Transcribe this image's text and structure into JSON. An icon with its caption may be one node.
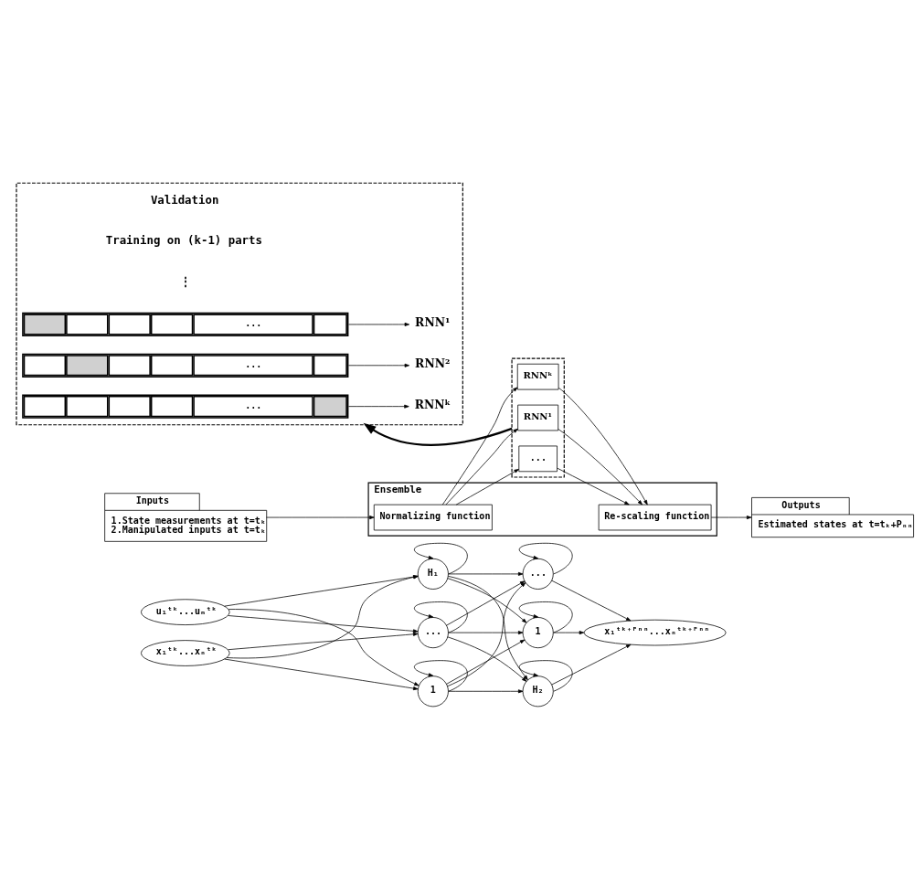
{
  "diagram": {
    "nodes": [
      {
        "text": [],
        "shape": "box"
      },
      {
        "text": [
          "..."
        ],
        "in": 0
      },
      {
        "text": [
          "RNN¹"
        ],
        "in": 0
      },
      {
        "text": [
          "..."
        ],
        "in": 0
      },
      {
        "text": [
          "RNN²"
        ],
        "in": 0
      },
      {
        "text": [
          "..."
        ],
        "in": 0
      },
      {
        "text": [
          "RNNᵏ"
        ],
        "in": 0
      },
      {
        "text": [
          "Inputs",
          "1.State measurements at t=tₖ",
          "2.Manipulated inputs at t=tₖ"
        ]
      },
      {
        "text": [
          "Ensemble"
        ]
      },
      {
        "text": [
          "Normalizing function"
        ],
        "in": 8
      },
      {
        "text": [],
        "shape": "box"
      },
      {
        "text": [
          "RNN¹"
        ],
        "in": 10
      },
      {
        "text": [
          "..."
        ],
        "in": 10
      },
      {
        "text": [
          "RNNᵏ"
        ],
        "in": 10
      },
      {
        "text": [
          "Re-scaling function"
        ],
        "in": 8
      },
      {
        "text": [
          "Outputs",
          "Estimated states at t=tₖ+Pₙₙ"
        ]
      },
      {
        "text": [
          "x₁ᵗᵏ...xₙᵗᵏ"
        ]
      },
      {
        "text": [
          "u₁ᵗᵏ...uₘᵗᵏ"
        ]
      },
      {
        "text": [
          "1"
        ]
      },
      {
        "text": [
          "..."
        ]
      },
      {
        "text": [
          "H₁"
        ]
      },
      {
        "text": [
          "1"
        ]
      },
      {
        "text": [
          "..."
        ]
      },
      {
        "text": [
          "H₂"
        ]
      },
      {
        "text": [
          "x₁ᵗᵏ⁺ᴾⁿⁿ...xₙᵗᵏ⁺ᴾⁿⁿ"
        ]
      }
    ],
    "edges": [
      {
        "from": 1,
        "to": 2,
        "arrow": "to"
      },
      {
        "from": 3,
        "to": 4,
        "arrow": "to"
      },
      {
        "from": 5,
        "to": 6,
        "arrow": "to"
      },
      {
        "from": 10,
        "to": 0,
        "arrow": "to",
        "style": "thick"
      },
      {
        "from": 7,
        "to": 9,
        "arrow": "to"
      },
      {
        "from": 9,
        "to": 11,
        "arrow": "to"
      },
      {
        "from": 9,
        "to": 12,
        "arrow": "to"
      },
      {
        "from": 9,
        "to": 13,
        "arrow": "to"
      },
      {
        "from": 11,
        "to": 14,
        "arrow": "to"
      },
      {
        "from": 12,
        "to": 14,
        "arrow": "to"
      },
      {
        "from": 13,
        "to": 14,
        "arrow": "to"
      },
      {
        "from": 14,
        "to": 15,
        "arrow": "to"
      },
      {
        "from": 16,
        "to": 18,
        "arrow": "to"
      },
      {
        "from": 16,
        "to": 19,
        "arrow": "to"
      },
      {
        "from": 16,
        "to": 20,
        "arrow": "to"
      },
      {
        "from": 17,
        "to": 18,
        "arrow": "to"
      },
      {
        "from": 17,
        "to": 19,
        "arrow": "to"
      },
      {
        "from": 17,
        "to": 20,
        "arrow": "to"
      },
      {
        "from": 18,
        "to": 18,
        "arrow": "to"
      },
      {
        "from": 19,
        "to": 19,
        "arrow": "to"
      },
      {
        "from": 20,
        "to": 20,
        "arrow": "to"
      },
      {
        "from": 18,
        "to": 21,
        "arrow": "to"
      },
      {
        "from": 18,
        "to": 22,
        "arrow": "to"
      },
      {
        "from": 18,
        "to": 23,
        "arrow": "to"
      },
      {
        "from": 19,
        "to": 21,
        "arrow": "to"
      },
      {
        "from": 19,
        "to": 22,
        "arrow": "to"
      },
      {
        "from": 19,
        "to": 23,
        "arrow": "to"
      },
      {
        "from": 20,
        "to": 21,
        "arrow": "to"
      },
      {
        "from": 20,
        "to": 22,
        "arrow": "to"
      },
      {
        "from": 20,
        "to": 23,
        "arrow": "to"
      },
      {
        "from": 21,
        "to": 21,
        "arrow": "to"
      },
      {
        "from": 22,
        "to": 22,
        "arrow": "to"
      },
      {
        "from": 23,
        "to": 23,
        "arrow": "to"
      },
      {
        "from": 21,
        "to": 24,
        "arrow": "to"
      },
      {
        "from": 22,
        "to": 24,
        "arrow": "to"
      },
      {
        "from": 23,
        "to": 24,
        "arrow": "to"
      }
    ],
    "labels": [
      "Validation",
      "Training on (k-1) parts",
      "⋮"
    ]
  }
}
